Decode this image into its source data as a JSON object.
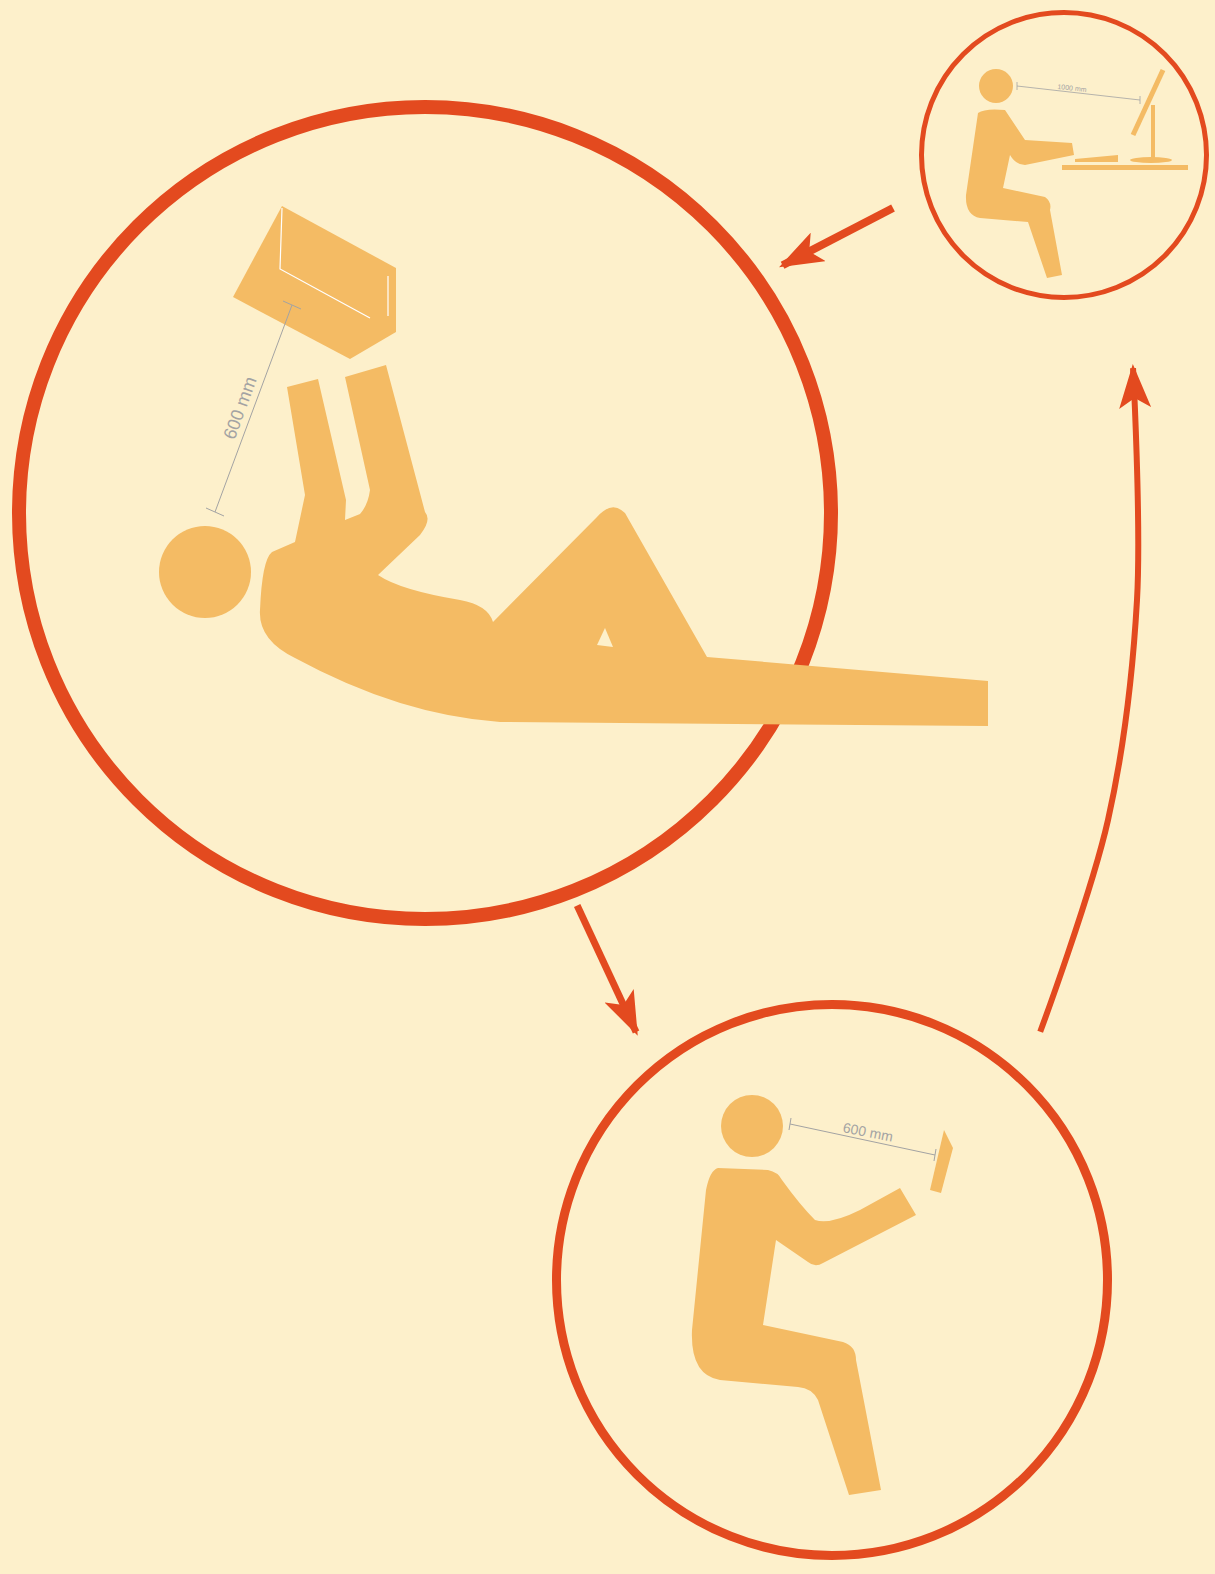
{
  "diagram": {
    "nodes": [
      {
        "text": [
          "1000 mm"
        ]
      },
      {
        "text": [
          "600 mm"
        ]
      },
      {
        "text": [
          "600 mm"
        ]
      }
    ],
    "edges": [
      {
        "from": 0,
        "to": 1,
        "arrow": "to"
      },
      {
        "from": 1,
        "to": 2,
        "arrow": "to"
      },
      {
        "from": 2,
        "to": 0,
        "arrow": "to"
      }
    ]
  }
}
